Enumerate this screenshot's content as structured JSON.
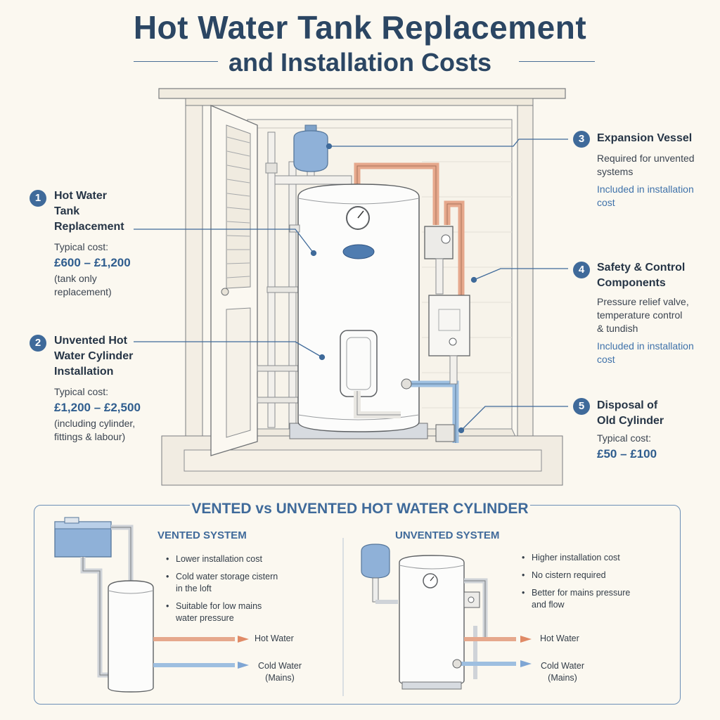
{
  "title": {
    "line1": "Hot Water Tank Replacement",
    "line2": "and Installation Costs"
  },
  "colors": {
    "accent": "#3f6a9a",
    "price": "#2f5d8e",
    "hot_pipe": "#e08a66",
    "cold_pipe": "#7fa6d4",
    "vessel": "#8fb1d8"
  },
  "callouts": [
    {
      "num": "1",
      "title_lines": [
        "Hot Water",
        "Tank Replacement"
      ],
      "label": "Typical cost:",
      "price": "£600 – £1,200",
      "notes": [
        "(tank only",
        "replacement)"
      ]
    },
    {
      "num": "2",
      "title_lines": [
        "Unvented Hot",
        "Water Cylinder",
        "Installation"
      ],
      "label": "Typical cost:",
      "price": "£1,200 – £2,500",
      "notes": [
        "(including cylinder,",
        "fittings & labour)"
      ]
    },
    {
      "num": "3",
      "title_lines": [
        "Expansion Vessel"
      ],
      "desc": [
        "Required for unvented",
        "systems"
      ],
      "included": [
        "Included in installation",
        "cost"
      ]
    },
    {
      "num": "4",
      "title_lines": [
        "Safety & Control",
        "Components"
      ],
      "desc": [
        "Pressure relief valve,",
        "temperature control",
        "& tundish"
      ],
      "included": [
        "Included in installation",
        "cost"
      ]
    },
    {
      "num": "5",
      "title_lines": [
        "Disposal of",
        "Old Cylinder"
      ],
      "label": "Typical cost:",
      "price": "£50 – £100"
    }
  ],
  "comparison": {
    "title": "VENTED vs UNVENTED HOT WATER CYLINDER",
    "vented": {
      "title": "VENTED SYSTEM",
      "bullets": [
        [
          "Lower installation cost"
        ],
        [
          "Cold water storage cistern",
          "in the loft"
        ],
        [
          "Suitable for low mains",
          "water pressure"
        ]
      ],
      "hot": "Hot Water",
      "cold": [
        "Cold Water",
        "(Mains)"
      ]
    },
    "unvented": {
      "title": "UNVENTED SYSTEM",
      "bullets": [
        [
          "Higher installation cost"
        ],
        [
          "No cistern required"
        ],
        [
          "Better for mains pressure",
          "and flow"
        ]
      ],
      "hot": "Hot Water",
      "cold": [
        "Cold Water",
        "(Mains)"
      ]
    }
  }
}
